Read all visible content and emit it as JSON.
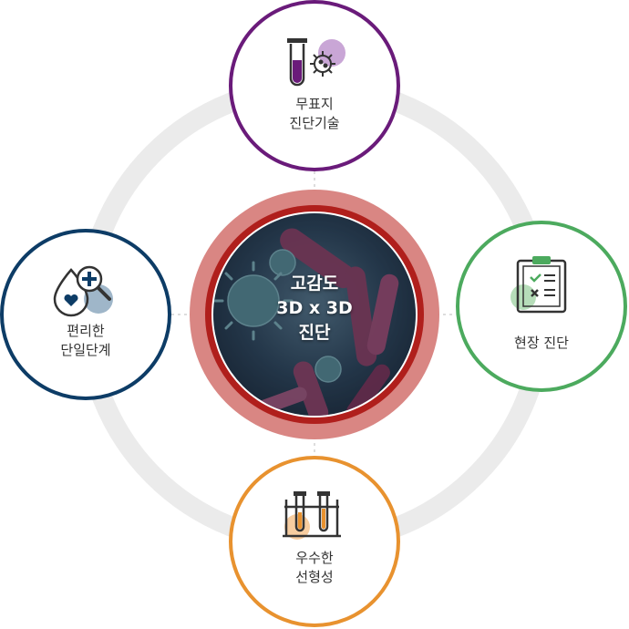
{
  "center": {
    "title": "고감도\n3D x 3D\n진단"
  },
  "nodes": [
    {
      "id": "top",
      "label": "무표지\n진단기술",
      "icon": "test-tube-virus-icon",
      "color": "#6a1b7a",
      "accent": "#c9a6d6"
    },
    {
      "id": "right",
      "label": "현장 진단",
      "icon": "clipboard-checklist-icon",
      "color": "#4caa5e",
      "accent": "#b6ddb9"
    },
    {
      "id": "bottom",
      "label": "우수한\n선형성",
      "icon": "test-tubes-rack-icon",
      "color": "#e8922f",
      "accent": "#f7cda0"
    },
    {
      "id": "left",
      "label": "편리한\n단일단계",
      "icon": "drop-magnifier-icon",
      "color": "#0d3c66",
      "accent": "#9fb6c9"
    }
  ],
  "colors": {
    "ring": "#ebebeb",
    "center_outer": "#d98683",
    "center_mid": "#b01f1c",
    "center_bg": "#2b3f55",
    "connector": "#bbbbbb"
  }
}
